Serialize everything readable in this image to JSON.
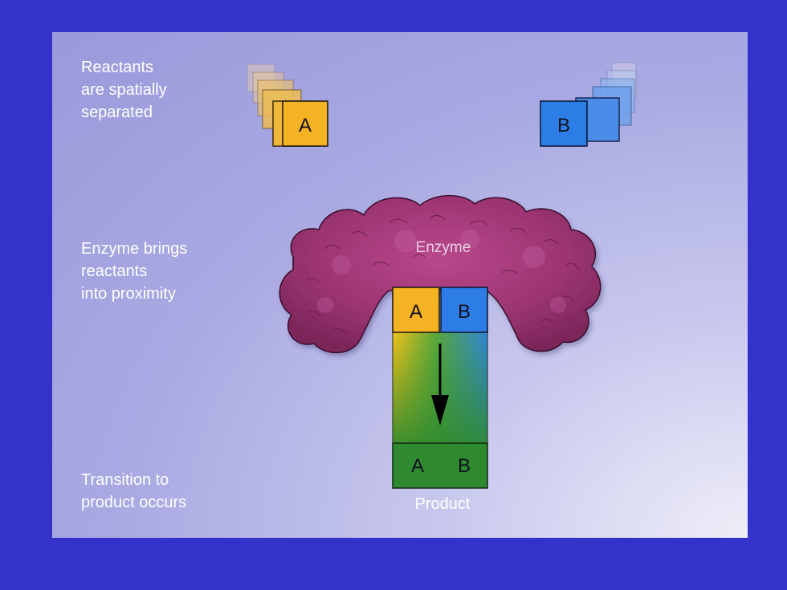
{
  "captions": {
    "step1": [
      "Reactants",
      "are spatially",
      "separated"
    ],
    "step2": [
      "Enzyme brings",
      "reactants",
      "into proximity"
    ],
    "step3": [
      "Transition to",
      "product occurs"
    ]
  },
  "reactants": {
    "a_label": "A",
    "b_label": "B"
  },
  "enzyme": {
    "label": "Enzyme",
    "site_a": "A",
    "site_b": "B"
  },
  "product": {
    "a_label": "A",
    "b_label": "B",
    "label": "Product"
  },
  "colors": {
    "background_border": "#3333cc",
    "reactant_a": "#f5b222",
    "reactant_b": "#2d7de6",
    "enzyme": "#a23a78",
    "product": "#2f8a2f",
    "arrow": "#000000"
  }
}
